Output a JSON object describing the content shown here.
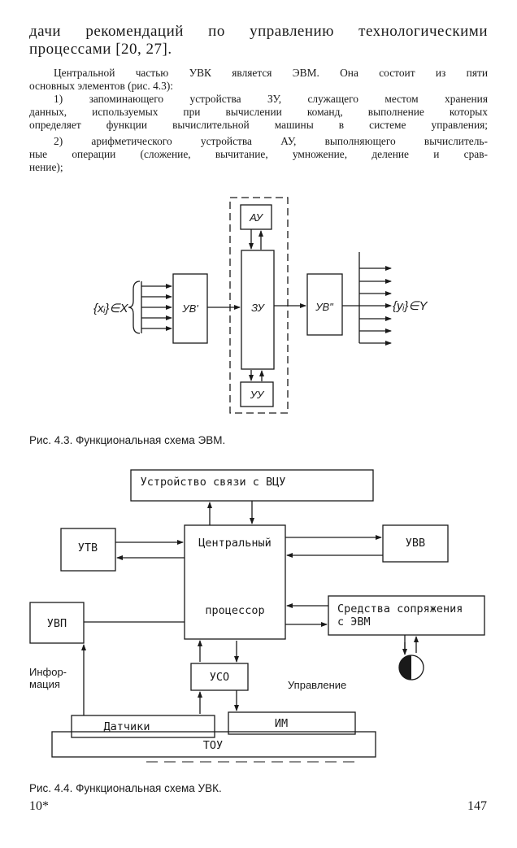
{
  "text": {
    "line1": "дачи рекомендаций по управлению технологическими",
    "line2": "процессами [20, 27].",
    "para1_l1": "Центральной частью УВК является ЭВМ. Она состоит из пяти",
    "para1_l2": "основных элементов (рис. 4.3):",
    "item1_l1": "1) запоминающего устройства ЗУ, служащего местом хранения",
    "item1_l2": "данных, используемых при вычислении команд, выполнение которых",
    "item1_l3": "определяет функции вычислительной машины в системе управления;",
    "item2_l1": "2) арифметического устройства АУ, выполняющего вычислитель-",
    "item2_l2": "ные операции (сложение, вычитание, умножение, деление и срав-",
    "item2_l3": "нение);"
  },
  "fig43": {
    "au": "АУ",
    "zu": "ЗУ",
    "uu": "УУ",
    "uv_in": "УВ'",
    "uv_out": "УВ\"",
    "input_label": "{xᵢ}∈X",
    "output_label": "{yᵢ}∈Y",
    "caption": "Рис. 4.3. Функциональная схема ЭВМ."
  },
  "fig44": {
    "vcu": "Устройство связи с ВЦУ",
    "utv": "УТВ",
    "cpu_top": "Центральный",
    "cpu_bottom": "процессор",
    "uvv": "УВВ",
    "uvp": "УВП",
    "interface_l1": "Средства сопряжения",
    "interface_l2": "с ЭВМ",
    "uso": "УСО",
    "info_l1": "Инфор-",
    "info_l2": "мация",
    "control": "Управление",
    "sensors": "Датчики",
    "im": "ИМ",
    "tou": "ТОУ",
    "caption": "Рис. 4.4. Функциональная схема УВК."
  },
  "footer": {
    "left": "10*",
    "page_number": "147"
  }
}
